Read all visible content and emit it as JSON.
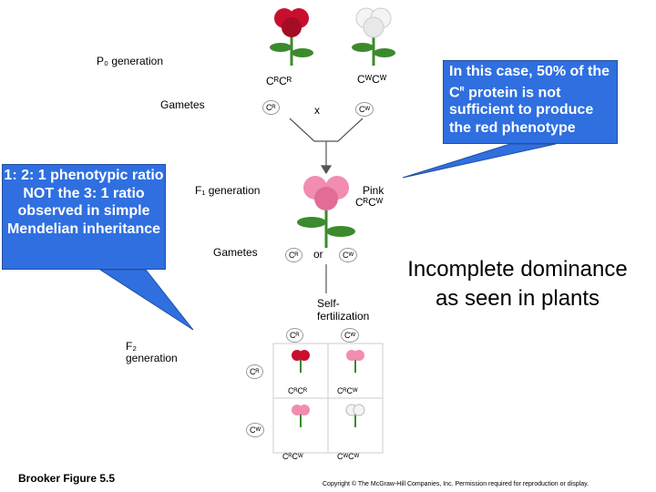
{
  "p0_label": "P₀ generation",
  "parents": {
    "red": "CᴿCᴿ",
    "white": "CᵂCᵂ"
  },
  "gametes_label": "Gametes",
  "gamete_r": "Cᴿ",
  "gamete_w": "Cᵂ",
  "cross_symbol": "x",
  "f1_label": "F₁ generation",
  "pink_label": "Pink",
  "pink_genotype": "CᴿCᵂ",
  "f1_gametes_label": "Gametes",
  "f1_gamete_r": "Cᴿ",
  "or_label": "or",
  "f1_gamete_w": "Cᵂ",
  "self_fert": "Self-fertilization",
  "f2_label": "F₂ generation",
  "punnett": {
    "col_r": "Cᴿ",
    "col_w": "Cᵂ",
    "row_r": "Cᴿ",
    "row_w": "Cᵂ",
    "cells": [
      "CᴿCᴿ",
      "CᴿCᵂ",
      "CᴿCᵂ",
      "CᵂCᵂ"
    ]
  },
  "callout_left": "1: 2: 1 phenotypic ratio NOT the 3: 1 ratio observed in simple Mendelian inheritance",
  "callout_right_pre": "In this case, 50% of the C",
  "callout_right_sup": "R",
  "callout_right_post": " protein is not sufficient to produce the red phenotype",
  "big_text": "Incomplete dominance as seen in plants",
  "figure_ref": "Brooker Figure 5.5",
  "copyright": "Copyright © The McGraw-Hill Companies, Inc. Permission required for reproduction or display.",
  "colors": {
    "callout": "#2f6fe0",
    "red_flower": "#c8102e",
    "pink_flower": "#f28cb1",
    "white_flower": "#f4f4f4",
    "leaf": "#3c8a2e"
  }
}
